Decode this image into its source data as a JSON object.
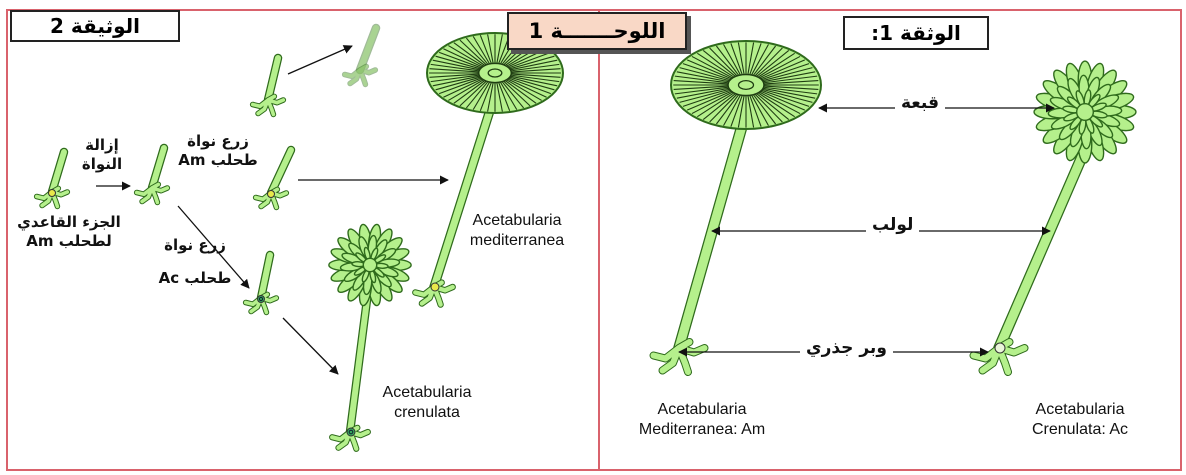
{
  "doc2": {
    "title": "الوثيقة 2"
  },
  "plate": {
    "title": "اللوحـــــــة 1"
  },
  "doc1": {
    "title": "الوثقة 1:"
  },
  "doc2_labels": {
    "basal_part": "الجزء القاعدي",
    "of_am": "لطحلب Am",
    "nucleus_removal_1": "إزالة",
    "nucleus_removal_2": "النواة",
    "graft_am_1": "زرع نواة",
    "graft_am_2": "طحلب Am",
    "graft_ac_1": "زرع نواة",
    "graft_ac_2": "طحلب Ac",
    "species_med_1": "Acetabularia",
    "species_med_2": "mediterranea",
    "species_cren_1": "Acetabularia",
    "species_cren_2": "crenulata"
  },
  "doc1_labels": {
    "cap": "قبعة",
    "stalk": "لولب",
    "rhizoid": "وبر جذري",
    "am_name_1": "Acetabularia",
    "am_name_2": "Mediterranea: Am",
    "ac_name_1": "Acetabularia",
    "ac_name_2": "Crenulata: Ac"
  },
  "colors": {
    "plant_fill": "#b5f08c",
    "plant_stroke": "#2f6b1c",
    "frame_red": "#d9626c",
    "plaque_fill": "#f9d8c6",
    "nucleus_yellow": "#e8e84a",
    "nucleus_green": "#36a85c"
  }
}
